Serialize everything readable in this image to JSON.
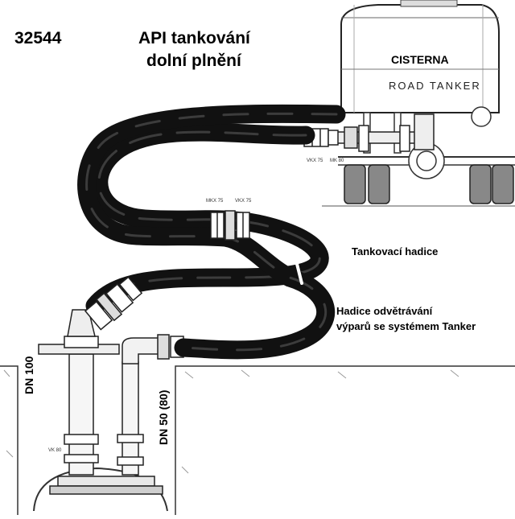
{
  "code": "32544",
  "title": {
    "line1": "API tankování",
    "line2": "dolní plnění"
  },
  "tanker": {
    "label": "CISTERNA",
    "sublabel": "ROAD TANKER"
  },
  "labels": {
    "loading_hose": "Tankovací hadice",
    "vapour_hose_line1": "Hadice odvětrávání",
    "vapour_hose_line2": "výparů se systémem  Tanker",
    "dn100": "DN 100",
    "dn50": "DN 50 (80)"
  },
  "coupling_marks": {
    "tanker_a": "VKX 75",
    "tanker_b": "MK 80",
    "middle_a": "MKX 75",
    "middle_b": "VKX 75",
    "pit": "VK 80"
  }
}
